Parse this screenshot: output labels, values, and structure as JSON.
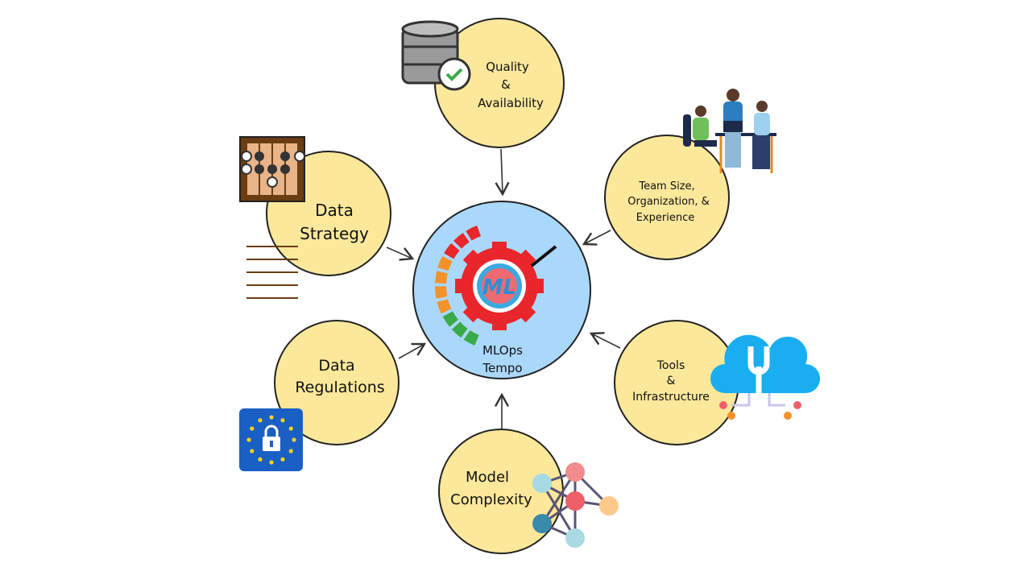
{
  "center": {
    "lines": [
      "MLOps",
      "Tempo"
    ],
    "logo": "ML"
  },
  "nodes": {
    "quality": {
      "lines": [
        "Quality",
        "&",
        "Availability"
      ],
      "icon": "database-check-icon"
    },
    "team": {
      "lines": [
        "Team Size,",
        "Organization, &",
        "Experience"
      ],
      "icon": "team-working-icon"
    },
    "strategy": {
      "lines": [
        "Data",
        "Strategy"
      ],
      "icon": "board-game-icon"
    },
    "regulations": {
      "lines": [
        "Data",
        "Regulations"
      ],
      "icon": "eu-lock-icon"
    },
    "model": {
      "lines": [
        "Model",
        "Complexity"
      ],
      "icon": "neural-network-icon"
    },
    "tools": {
      "lines": [
        "Tools",
        "&",
        "Infrastructure"
      ],
      "icon": "cloud-wrench-icon"
    }
  },
  "colors": {
    "node": "#fbe89b",
    "center": "#aad8fb",
    "gauge_red": "#e8262b",
    "gauge_orange": "#f4922a",
    "gauge_green": "#3aaa48"
  }
}
